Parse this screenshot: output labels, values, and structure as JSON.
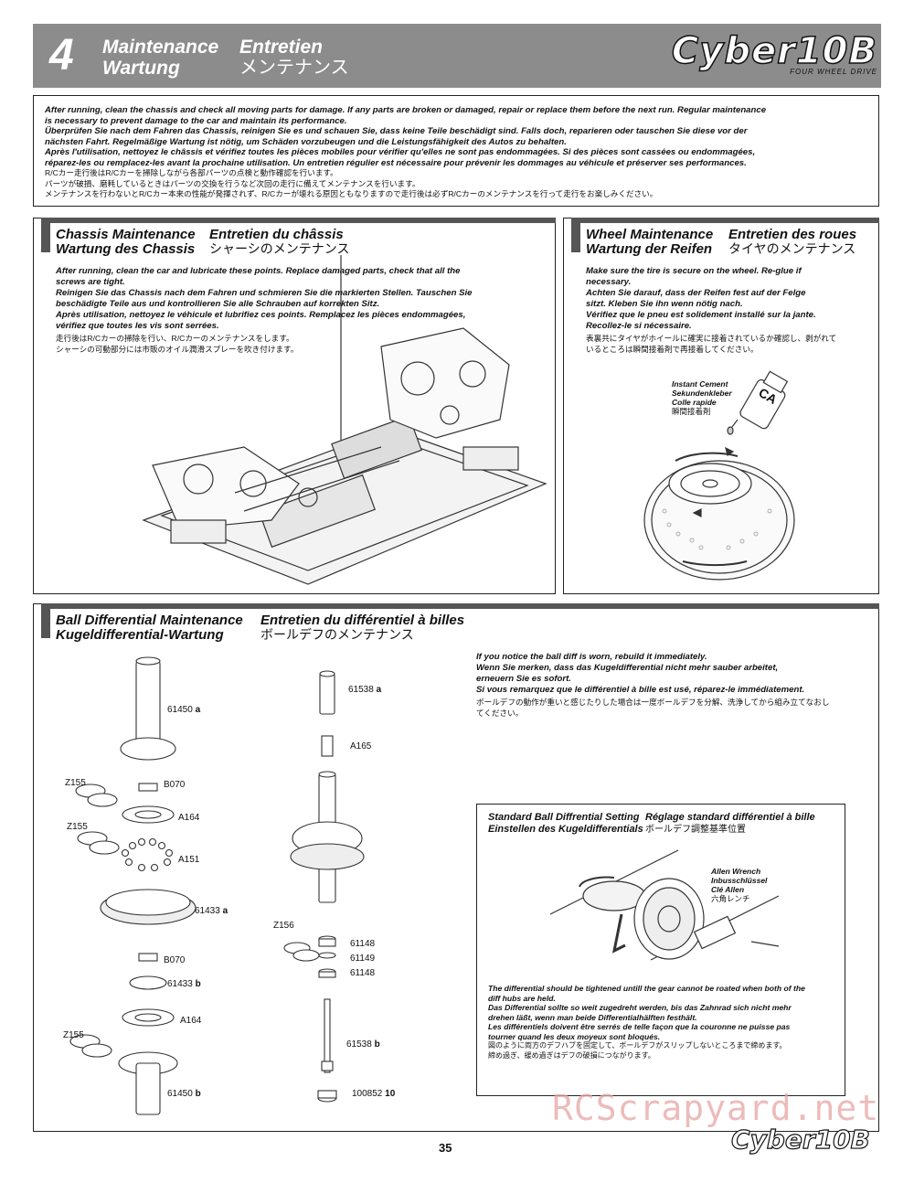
{
  "header": {
    "step": "4",
    "title_en": "Maintenance",
    "title_fr": "Entretien",
    "title_de": "Wartung",
    "title_jp": "メンテナンス",
    "logo": "Cyber10B",
    "logo_sub": "FOUR WHEEL DRIVE"
  },
  "intro": [
    "After running, clean the chassis and check all moving parts for damage. If any parts are broken or damaged, repair or replace them before the next run. Regular maintenance",
    "is necessary to prevent damage to the car and maintain its performance.",
    "Überprüfen Sie nach dem Fahren das Chassis, reinigen Sie es und schauen Sie, dass keine Teile beschädigt sind. Falls doch, reparieren oder tauschen Sie diese vor der",
    "nächsten Fahrt. Regelmäßige Wartung ist nötig, um Schäden vorzubeugen und die Leistungsfähigkeit des Autos zu behalten.",
    "Après l'utilisation, nettoyez le châssis et vérifiez toutes les pièces mobiles pour vérifier qu'elles ne sont pas endommagées. Si des pièces sont cassées ou endommagées,",
    "réparez-les ou remplacez-les avant la prochaine utilisation. Un entretien régulier est nécessaire pour prévenir les dommages au véhicule et préserver ses performances."
  ],
  "intro_jp": [
    "R/Cカー走行後はR/Cカーを掃除しながら各部パーツの点検と動作確認を行います。",
    "パーツが破損、磨耗しているときはパーツの交換を行うなど次回の走行に備えてメンテナンスを行います。",
    "メンテナンスを行わないとR/Cカー本来の性能が発揮されず、R/Cカーが壊れる原因ともなりますので走行後は必ずR/Cカーのメンテナンスを行って走行をお楽しみください。"
  ],
  "chassis": {
    "title_en": "Chassis Maintenance",
    "title_fr": "Entretien du châssis",
    "title_de": "Wartung des Chassis",
    "title_jp": "シャーシのメンテナンス",
    "body": [
      "After running, clean the car and lubricate these points. Replace damaged parts, check that all the",
      "screws are tight.",
      "Reinigen Sie das Chassis nach dem Fahren und schmieren Sie die markierten Stellen. Tauschen Sie",
      "beschädigte Teile aus und kontrollieren Sie alle Schrauben auf korrekten Sitz.",
      "Après utilisation, nettoyez le véhicule et lubrifiez ces points. Remplacez les pièces endommagées,",
      "vérifiez que toutes les vis sont serrées."
    ],
    "jp": [
      "走行後はR/Cカーの掃除を行い、R/Cカーのメンテナンスをします。",
      "シャーシの可動部分には市販のオイル潤滑スプレーを吹き付けます。"
    ]
  },
  "wheel": {
    "title_en": "Wheel Maintenance",
    "title_fr": "Entretien des roues",
    "title_de": "Wartung der Reifen",
    "title_jp": "タイヤのメンテナンス",
    "body": [
      "Make sure the tire is secure on the wheel. Re-glue if",
      "necessary.",
      "Achten Sie darauf, dass der Reifen fest auf der Felge",
      "sitzt. Kleben Sie ihn wenn nötig nach.",
      "Vérifiez que le pneu est solidement installé sur la jante.",
      "Recollez-le si nécessaire."
    ],
    "jp": [
      "表裏共にタイヤがホイールに確実に接着されているか確認し、剥がれて",
      "いるところは瞬間接着剤で再接着してください。"
    ],
    "ca_labels": [
      "Instant Cement",
      "Sekundenkleber",
      "Colle rapide",
      "瞬間接着剤"
    ],
    "ca_text": "CA"
  },
  "diff": {
    "title_en": "Ball Differential Maintenance",
    "title_fr": "Entretien du différentiel à billes",
    "title_de": "Kugeldifferential-Wartung",
    "title_jp": "ボールデフのメンテナンス",
    "body": [
      "If you notice the ball diff is worn, rebuild it immediately.",
      "Wenn Sie merken, dass das Kugeldifferential nicht mehr sauber arbeitet,",
      "erneuern Sie es sofort.",
      "Si vous remarquez que le différentiel à bille est usé, réparez-le immédiatement."
    ],
    "jp": [
      "ボールデフの動作が重いと感じたりした場合は一度ボールデフを分解、洗浄してから組み立てなおし",
      "てください。"
    ],
    "parts_left": [
      {
        "code": "61450",
        "badge": "a"
      },
      {
        "code": "Z155"
      },
      {
        "code": "B070"
      },
      {
        "code": "A164"
      },
      {
        "code": "Z155"
      },
      {
        "code": "A151"
      },
      {
        "code": "61433",
        "badge": "a"
      },
      {
        "code": "B070"
      },
      {
        "code": "61433",
        "badge": "b"
      },
      {
        "code": "A164"
      },
      {
        "code": "Z155"
      },
      {
        "code": "61450",
        "badge": "b"
      }
    ],
    "parts_right": [
      {
        "code": "61538",
        "badge": "a"
      },
      {
        "code": "A165"
      },
      {
        "code": "Z156"
      },
      {
        "code": "61148"
      },
      {
        "code": "61149"
      },
      {
        "code": "61148"
      },
      {
        "code": "61538",
        "badge": "b"
      },
      {
        "code": "100852",
        "badge": "10"
      }
    ],
    "setting": {
      "title_en": "Standard Ball Diffrential Setting",
      "title_fr": "Réglage standard différentiel à bille",
      "title_de": "Einstellen des Kugeldifferentials",
      "title_jp": "ボールデフ調整基準位置",
      "tool": [
        "Allen Wrench",
        "Inbusschlüssel",
        "Clé Allen",
        "六角レンチ"
      ],
      "body": [
        "The differential should be tightened untill the gear cannot be roated when both of the",
        "diff hubs are held.",
        "Das Differential sollte so weit zugedreht werden, bis das Zahnrad sich nicht mehr",
        "drehen läßt, wenn man beide Differentialhälften festhält.",
        "Les différentiels doivent être serrés de telle façon que la couronne ne puisse pas",
        "tourner quand les deux moyeux sont bloqués."
      ],
      "jp": [
        "図のように両方のデフハブを固定して、ボールデフがスリップしないところまで締めます。",
        "締め過ぎ、緩め過ぎはデフの破損につながります。"
      ]
    }
  },
  "footer": {
    "page": "35",
    "logo": "Cyber10B"
  },
  "watermark": "RCScrapyard.net"
}
